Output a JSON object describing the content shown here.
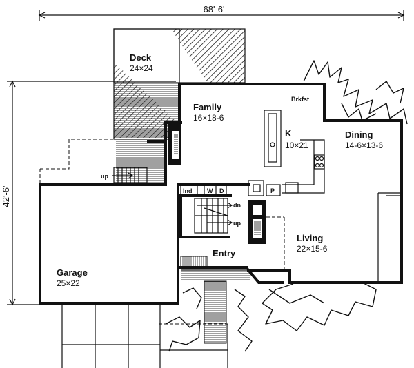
{
  "plan": {
    "overall_width": "68'-6'",
    "overall_depth": "42'-6'",
    "rooms": [
      {
        "id": "deck",
        "name": "Deck",
        "dims": "24×24"
      },
      {
        "id": "family",
        "name": "Family",
        "dims": "16×18-6"
      },
      {
        "id": "kitchen",
        "name": "K",
        "dims": "10×21"
      },
      {
        "id": "dining",
        "name": "Dining",
        "dims": "14-6×13-6"
      },
      {
        "id": "living",
        "name": "Living",
        "dims": "22×15-6"
      },
      {
        "id": "entry",
        "name": "Entry",
        "dims": ""
      },
      {
        "id": "garage",
        "name": "Garage",
        "dims": "25×22"
      }
    ],
    "labels": {
      "brkfst": "Brkfst",
      "laundry": "Ind",
      "washer": "W",
      "dryer": "D",
      "pantry": "P",
      "up_garage": "up",
      "stair_down": "dn",
      "stair_up": "up"
    }
  }
}
